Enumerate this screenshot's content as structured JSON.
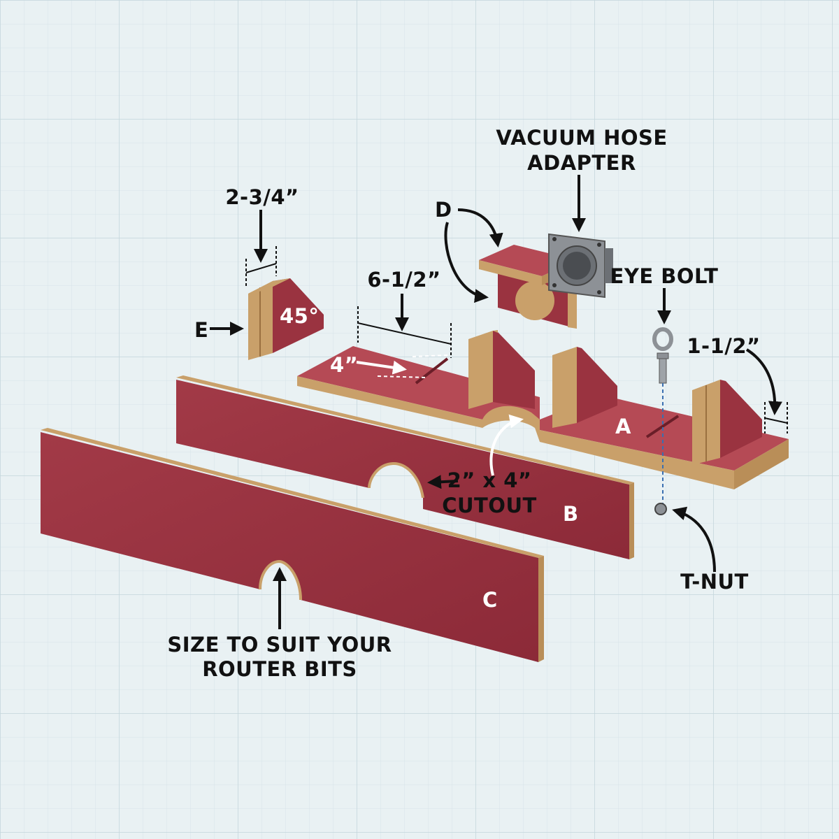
{
  "labels": {
    "vacuum_line1": "VACUUM HOSE",
    "vacuum_line2": "ADAPTER",
    "d": "D",
    "e": "E",
    "eye_bolt": "EYE BOLT",
    "dim_2_3_4": "2-3/4”",
    "dim_6_1_2": "6-1/2”",
    "dim_4": "4”",
    "dim_1_1_2": "1-1/2”",
    "angle_45": "45°",
    "a": "A",
    "b": "B",
    "c": "C",
    "cutout_line1": "2” x 4”",
    "cutout_line2": "CUTOUT",
    "t_nut": "T-NUT",
    "router_line1": "SIZE TO SUIT YOUR",
    "router_line2": "ROUTER BITS"
  },
  "colors": {
    "background": "#e9f1f3",
    "grid": "#cfe0e4",
    "board_face": "#9a3340",
    "board_edge": "#c9a06a",
    "board_top": "#b54a55",
    "label": "#111111"
  }
}
